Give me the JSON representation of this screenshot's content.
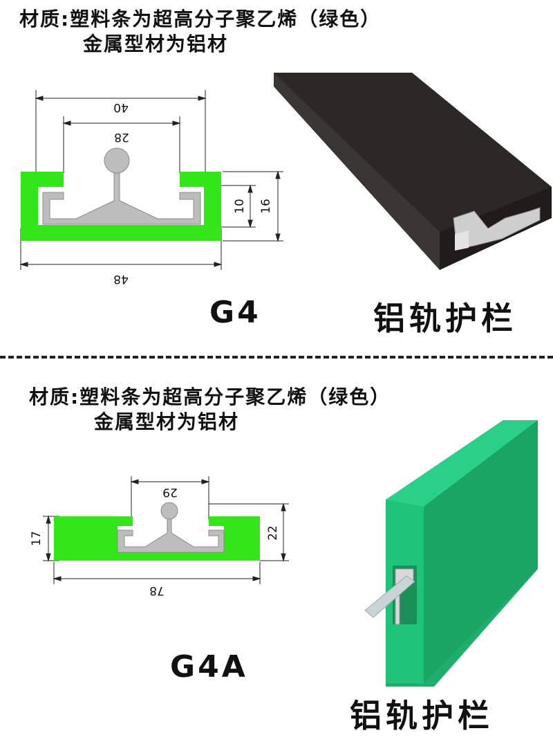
{
  "sections": [
    {
      "material_line1": "材质:塑料条为超高分子聚乙烯（绿色）",
      "material_line2": "金属型材为铝材",
      "model": "G4",
      "caption": "铝轨护栏",
      "dimensions": {
        "top_width": "40",
        "slot_width": "28",
        "total_width": "48",
        "inner_height": "10",
        "total_height": "16"
      },
      "colors": {
        "profile": "#33e61a",
        "aluminum": "#bdbdbd",
        "product": "#2e2b29"
      }
    },
    {
      "material_line1": "材质:塑料条为超高分子聚乙烯（绿色）",
      "material_line2": "金属型材为铝材",
      "model": "G4A",
      "caption": "铝轨护栏",
      "dimensions": {
        "slot_width": "29",
        "total_width": "78",
        "side_height": "17",
        "total_height": "22"
      },
      "colors": {
        "profile": "#33e61a",
        "aluminum": "#bdbdbd",
        "product": "#1fbf7a"
      }
    }
  ]
}
